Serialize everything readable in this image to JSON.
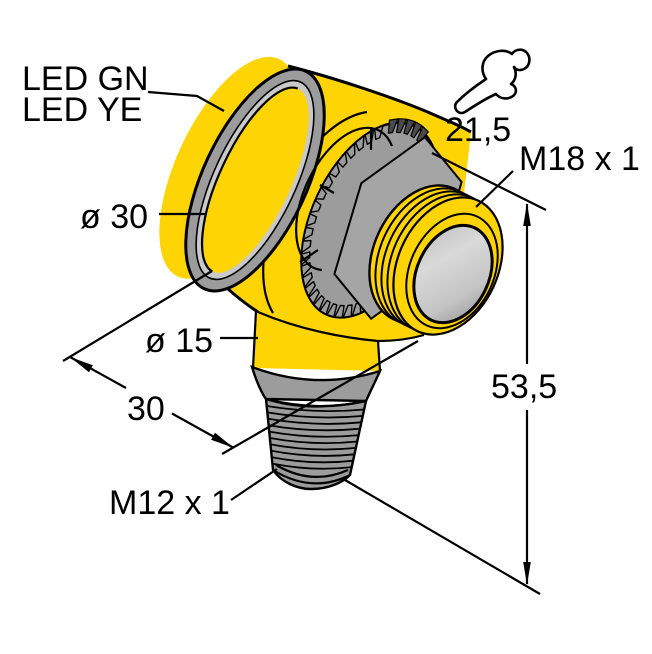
{
  "figure": {
    "type": "technical-dimension-drawing",
    "subject": "right-angle photoelectric sensor with M18 threaded barrel and M12 connector",
    "background": "#FFFFFF",
    "colors": {
      "housing_yellow": "#FFD405",
      "metal_gray": "#9C9C9C",
      "nut_gray": "#A5A5A5",
      "rim_light_gray": "#C9C9C9",
      "lens_light": "#D9D9D9",
      "lens_dark": "#8F8F8F",
      "line_black": "#000000"
    },
    "labels": {
      "led_green": "LED GN",
      "led_yellow": "LED YE",
      "head_diameter": "ø 30",
      "stem_diameter": "ø 15",
      "stem_length": "30",
      "connector_thread": "M12 x 1",
      "wrench_size": "21,5",
      "barrel_thread": "M18 x 1",
      "overall_height": "53,5"
    },
    "icons": {
      "wrench": "open-end-wrench-icon"
    }
  }
}
